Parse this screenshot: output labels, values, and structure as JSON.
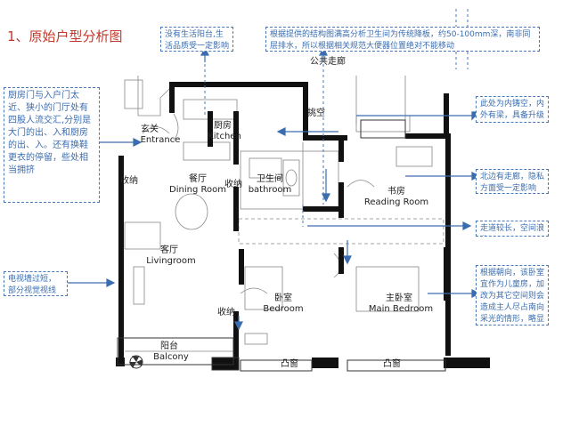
{
  "title": "1、原始户型分析图",
  "annotations": {
    "top_left": "没有生活阳台,生活品质受一定影响",
    "top_right": "根据提供的结构图满高分析卫生间为传统降板，约50-100mm深，南非同层排水，所以根据相关规范大便器位置绝对不能移动",
    "left_entry": "厨房门与入户门太近、狭小的门厅处有四股人流交汇,分别是大门的出、入和厨房的出、入。还有换鞋更衣的停留，些处相当拥挤",
    "left_tv": "电视墙过短，部分视觉视线偏窄",
    "right_storage": "此处为内铸空，内外有梁，具备升级条件",
    "right_study": "北边有走廊，隐私方面受一定影响",
    "right_corridor": "走道较长，空间浪费",
    "right_bedroom": "根据朝向，该卧室宜作为儿童房，加改为其它空间则会造成主人尽占南向采光的情形，略显自私"
  },
  "rooms": {
    "corridor": "公共走廊",
    "void": "挑空",
    "entrance_cn": "玄关",
    "entrance_en": "Entrance",
    "kitchen_cn": "厨房",
    "kitchen_en": "Kitchen",
    "dining_cn": "餐厅",
    "dining_en": "Dining Room",
    "storage_a": "收纳",
    "storage_b": "收纳",
    "storage_c": "收纳",
    "bath_cn": "卫生间",
    "bath_en": "bathroom",
    "study_cn": "书房",
    "study_en": "Reading Room",
    "living_cn": "客厅",
    "living_en": "Livingroom",
    "bedroom_cn": "卧室",
    "bedroom_en": "Bedroom",
    "master_cn": "主卧室",
    "master_en": "Main Bedroom",
    "balcony_cn": "阳台",
    "balcony_en": "Balcony",
    "bay_a": "凸窗",
    "bay_b": "凸窗"
  },
  "colors": {
    "title": "#c0392b",
    "annotation": "#3a6db0",
    "wall": "#111111"
  }
}
